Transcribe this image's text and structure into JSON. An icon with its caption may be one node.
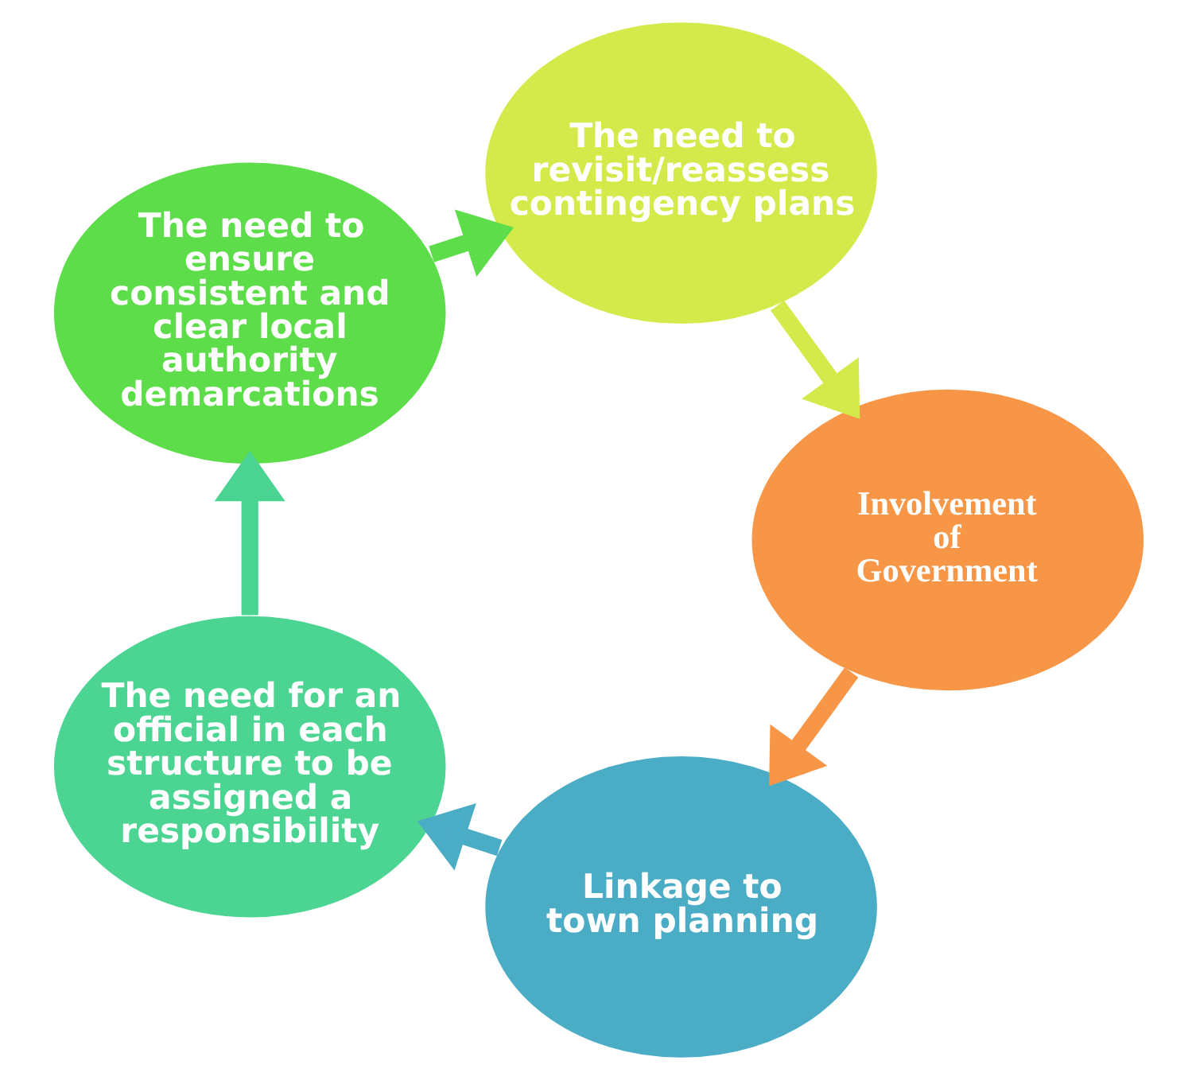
{
  "diagram": {
    "nodes": [
      {
        "text": [
          "Linkage to town planning"
        ]
      },
      {
        "text": [
          "The need for an official in each structure to be assigned a responsibility"
        ]
      },
      {
        "text": [
          "The need to ensure consistent and clear local authority demarcations"
        ]
      },
      {
        "text": [
          "The need to revisit/reassess contingency plans"
        ]
      },
      {
        "text": [
          "Involvement of Government"
        ]
      }
    ],
    "edges": [
      {
        "from": 0,
        "to": 1,
        "arrow": "to",
        "color": "#4bacc6"
      },
      {
        "from": 1,
        "to": 2,
        "arrow": "to",
        "color": "#4bd392"
      },
      {
        "from": 2,
        "to": 3,
        "arrow": "to",
        "color": "#5ddd4a"
      },
      {
        "from": 3,
        "to": 4,
        "arrow": "to",
        "color": "#d3ea4a"
      },
      {
        "from": 4,
        "to": 0,
        "arrow": "to",
        "color": "#f79646"
      }
    ]
  }
}
